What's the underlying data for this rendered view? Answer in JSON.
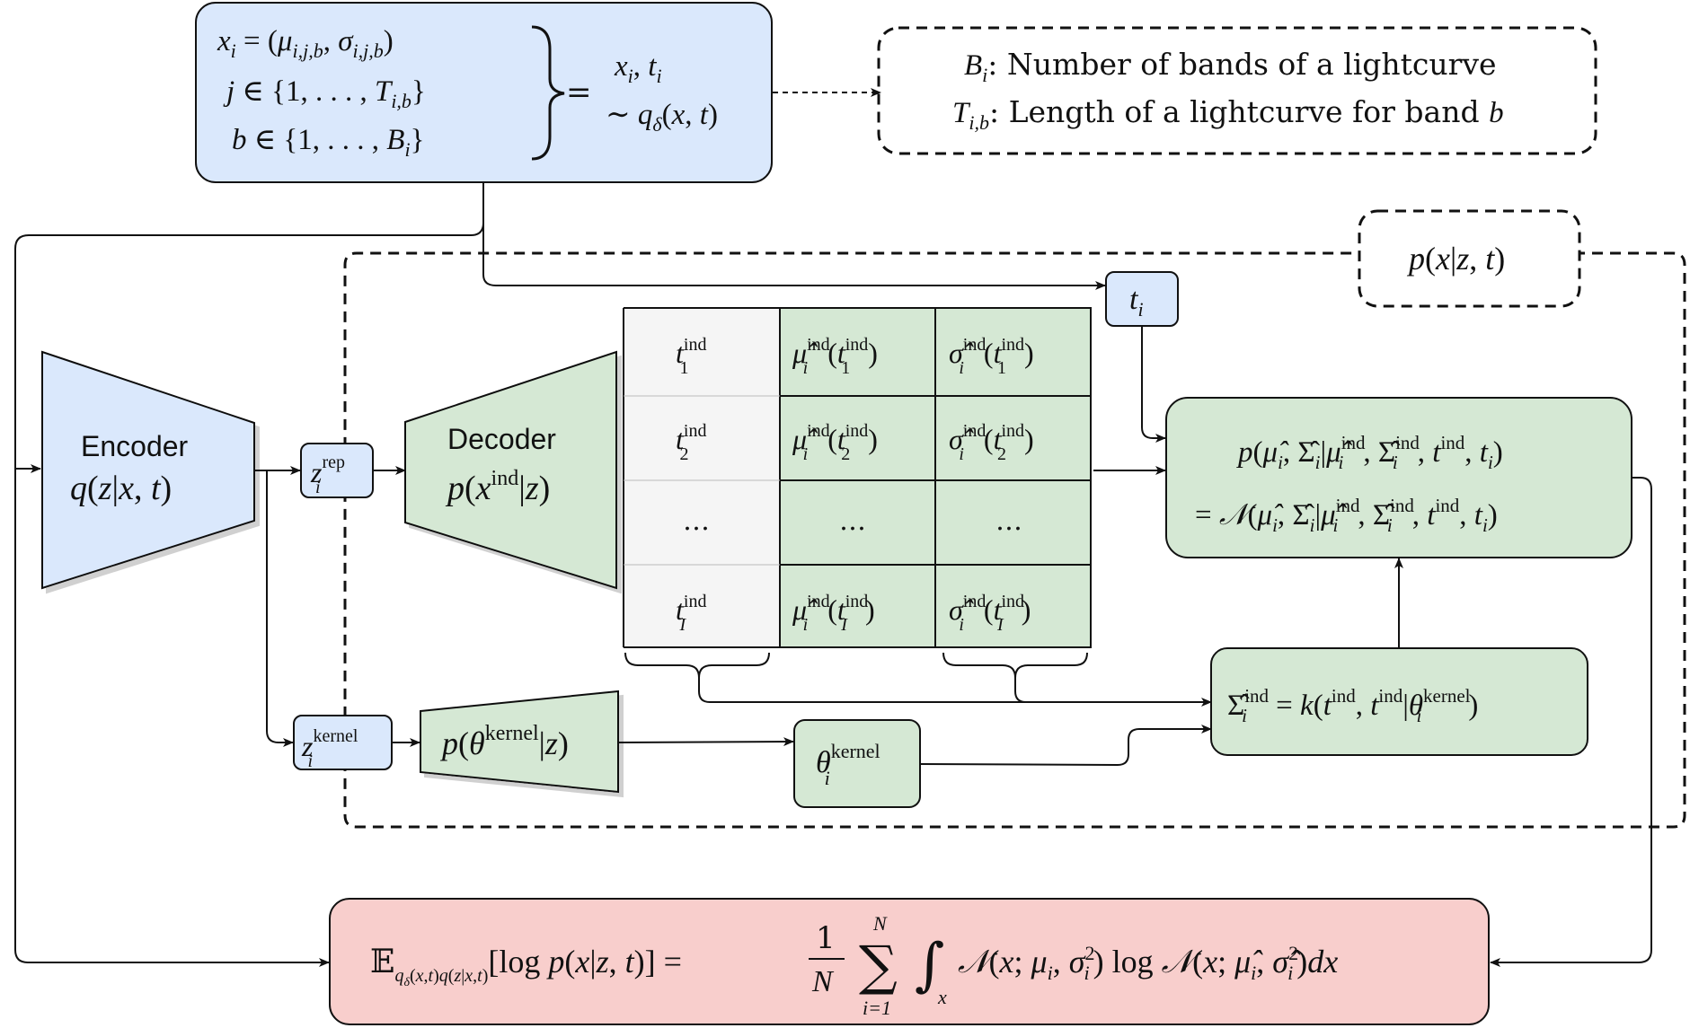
{
  "colors": {
    "blue_fill": "#dae8fc",
    "green_fill": "#d5e8d4",
    "red_fill": "#f8cecc",
    "grey_fill": "#f5f5f5",
    "stroke": "#111111"
  },
  "input_box": {
    "line1": "x_i = (μ_{i,j,b}, σ_{i,j,b})",
    "line2": "j ∈ {1, …, T_{i,b}}",
    "line3": "b ∈ {1, …, B_i}",
    "eq": "=",
    "rhs1": "x_i, t_i",
    "rhs2": "∼ q_δ(x, t)"
  },
  "legend_box": {
    "line1_sym": "B",
    "line1_sub": "i",
    "line1_text": ": Number of bands of a lightcurve",
    "line2_sym": "T",
    "line2_sub": "i,b",
    "line2_text": ": Length of a lightcurve for band ",
    "line2_b": "b"
  },
  "model_label": {
    "text": "p(x|z, t)"
  },
  "encoder": {
    "title": "Encoder",
    "formula": "q(z|x, t)"
  },
  "decoder": {
    "title": "Decoder",
    "formula_pre": "p(x",
    "formula_sup": "ind",
    "formula_post": "|z)"
  },
  "z_rep": {
    "base": "z",
    "sup": "rep",
    "sub": "i"
  },
  "z_kernel": {
    "base": "z",
    "sup": "kernel",
    "sub": "i"
  },
  "t_i": {
    "base": "t",
    "sub": "i"
  },
  "kernel_decoder": {
    "pre": "p(θ",
    "sup": "kernel",
    "post": "|z)"
  },
  "theta_kernel": {
    "base": "θ",
    "sup": "kernel",
    "sub": "i"
  },
  "table": {
    "rows": [
      {
        "t": "t",
        "t_sup": "ind",
        "t_sub": "1",
        "mu": "μ̂",
        "mu_sup": "ind",
        "mu_sub": "i",
        "sig": "σ̂",
        "sig_sup": "ind",
        "sig_sub": "i",
        "arg": "1"
      },
      {
        "t": "t",
        "t_sup": "ind",
        "t_sub": "2",
        "mu": "μ̂",
        "mu_sup": "ind",
        "mu_sub": "i",
        "sig": "σ̂",
        "sig_sup": "ind",
        "sig_sub": "i",
        "arg": "2"
      },
      {
        "dots_t": "…",
        "dots_mu": "…",
        "dots_sig": "…"
      },
      {
        "t": "t",
        "t_sup": "ind",
        "t_sub": "I",
        "mu": "μ̂",
        "mu_sup": "ind",
        "mu_sub": "i",
        "sig": "σ̂",
        "sig_sup": "ind",
        "sig_sub": "i",
        "arg": "I"
      }
    ]
  },
  "likelihood_box": {
    "line1": "p(μ̂_i, Σ̂_i | μ̂_i^ind, Σ̂_i^ind, t^ind, t_i)",
    "line2": "= 𝒩(μ̂_i, Σ̂_i | μ̂_i^ind, Σ̂_i^ind, t^ind, t_i)"
  },
  "kernel_box": {
    "text": "Σ̂_i^ind = k(t^ind, t^ind | θ_i^kernel)"
  },
  "objective_box": {
    "lhs": "𝔼",
    "lhs_sub": "q_δ(x,t)q(z|x,t)",
    "bracket": "[log p(x|z, t)] =",
    "frac_num": "1",
    "frac_den": "N",
    "sum_top": "N",
    "sum_bot": "i=1",
    "integral_sub": "x",
    "body": "𝒩(x; μ_i, σ_i²) log 𝒩(x; μ̂_i, σ̂_i²)dx"
  }
}
